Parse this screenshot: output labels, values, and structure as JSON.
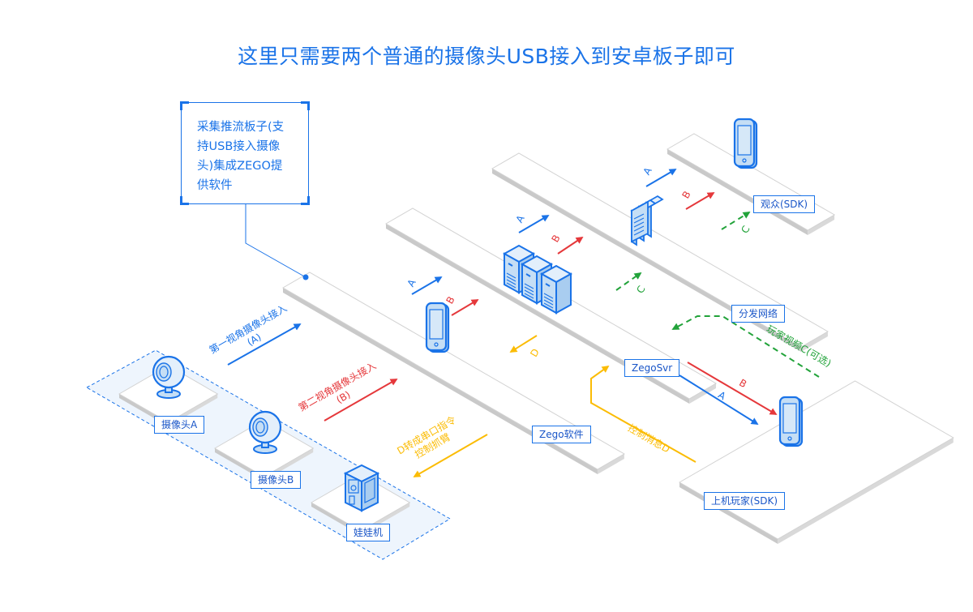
{
  "title": "这里只需要两个普通的摄像头USB接入到安卓板子即可",
  "callout": {
    "lines": [
      "采集推流板子(支",
      "持USB接入摄像",
      "头)集成ZEGO提",
      "供软件"
    ]
  },
  "nodes": {
    "camera_a": "摄像头A",
    "camera_b": "摄像头B",
    "claw_machine": "娃娃机",
    "zego_software": "Zego软件",
    "zego_svr": "ZegoSvr",
    "cdn": "分发网络",
    "audience": "观众(SDK)",
    "player": "上机玩家(SDK)"
  },
  "flows": {
    "camera_a_in": {
      "line1": "第一视角摄像头接入",
      "line2": "(A)"
    },
    "camera_b_in": {
      "line1": "第二视角摄像头接入",
      "line2": "(B)"
    },
    "serial_cmd": {
      "line1": "D转成串口指令",
      "line2": "控制抓臂"
    },
    "control_msg": "控制消息D",
    "player_video": "玩家视频C(可选)"
  },
  "stream_labels": {
    "a": "A",
    "b": "B",
    "c": "C",
    "d": "D"
  },
  "colors": {
    "primary": "#1a73e8",
    "stream_a": "#1a73e8",
    "stream_b": "#e5383b",
    "stream_c": "#22a33a",
    "stream_d": "#fbbc05",
    "plate_top": "#ffffff",
    "plate_edge": "#c9c9c9",
    "plate_outline": "#d2d2d2",
    "device_fill": "#c5def5",
    "group_fill": "#eef5fd"
  }
}
